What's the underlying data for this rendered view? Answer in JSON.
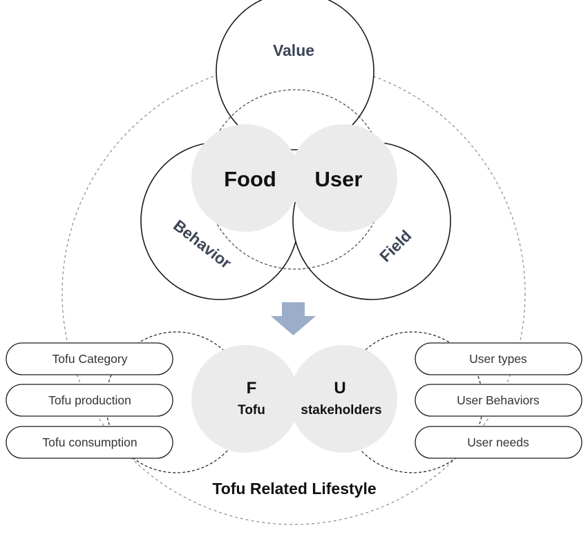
{
  "colors": {
    "petal_label": "#3b4556",
    "core_fill": "#ebebeb",
    "arrow": "#9badc9",
    "outline": "#1a1a1a",
    "dashed": "#888888"
  },
  "top_diagram": {
    "petals": {
      "value": "Value",
      "behavior": "Behavior",
      "field": "Field"
    },
    "core": {
      "left": "Food",
      "right": "User"
    }
  },
  "bottom_diagram": {
    "left_circle": {
      "letter": "F",
      "label": "Tofu"
    },
    "right_circle": {
      "letter": "U",
      "label": "stakeholders"
    },
    "left_items": [
      "Tofu Category",
      "Tofu production",
      "Tofu consumption"
    ],
    "right_items": [
      "User types",
      "User Behaviors",
      "User needs"
    ],
    "caption": "Tofu Related Lifestyle"
  }
}
